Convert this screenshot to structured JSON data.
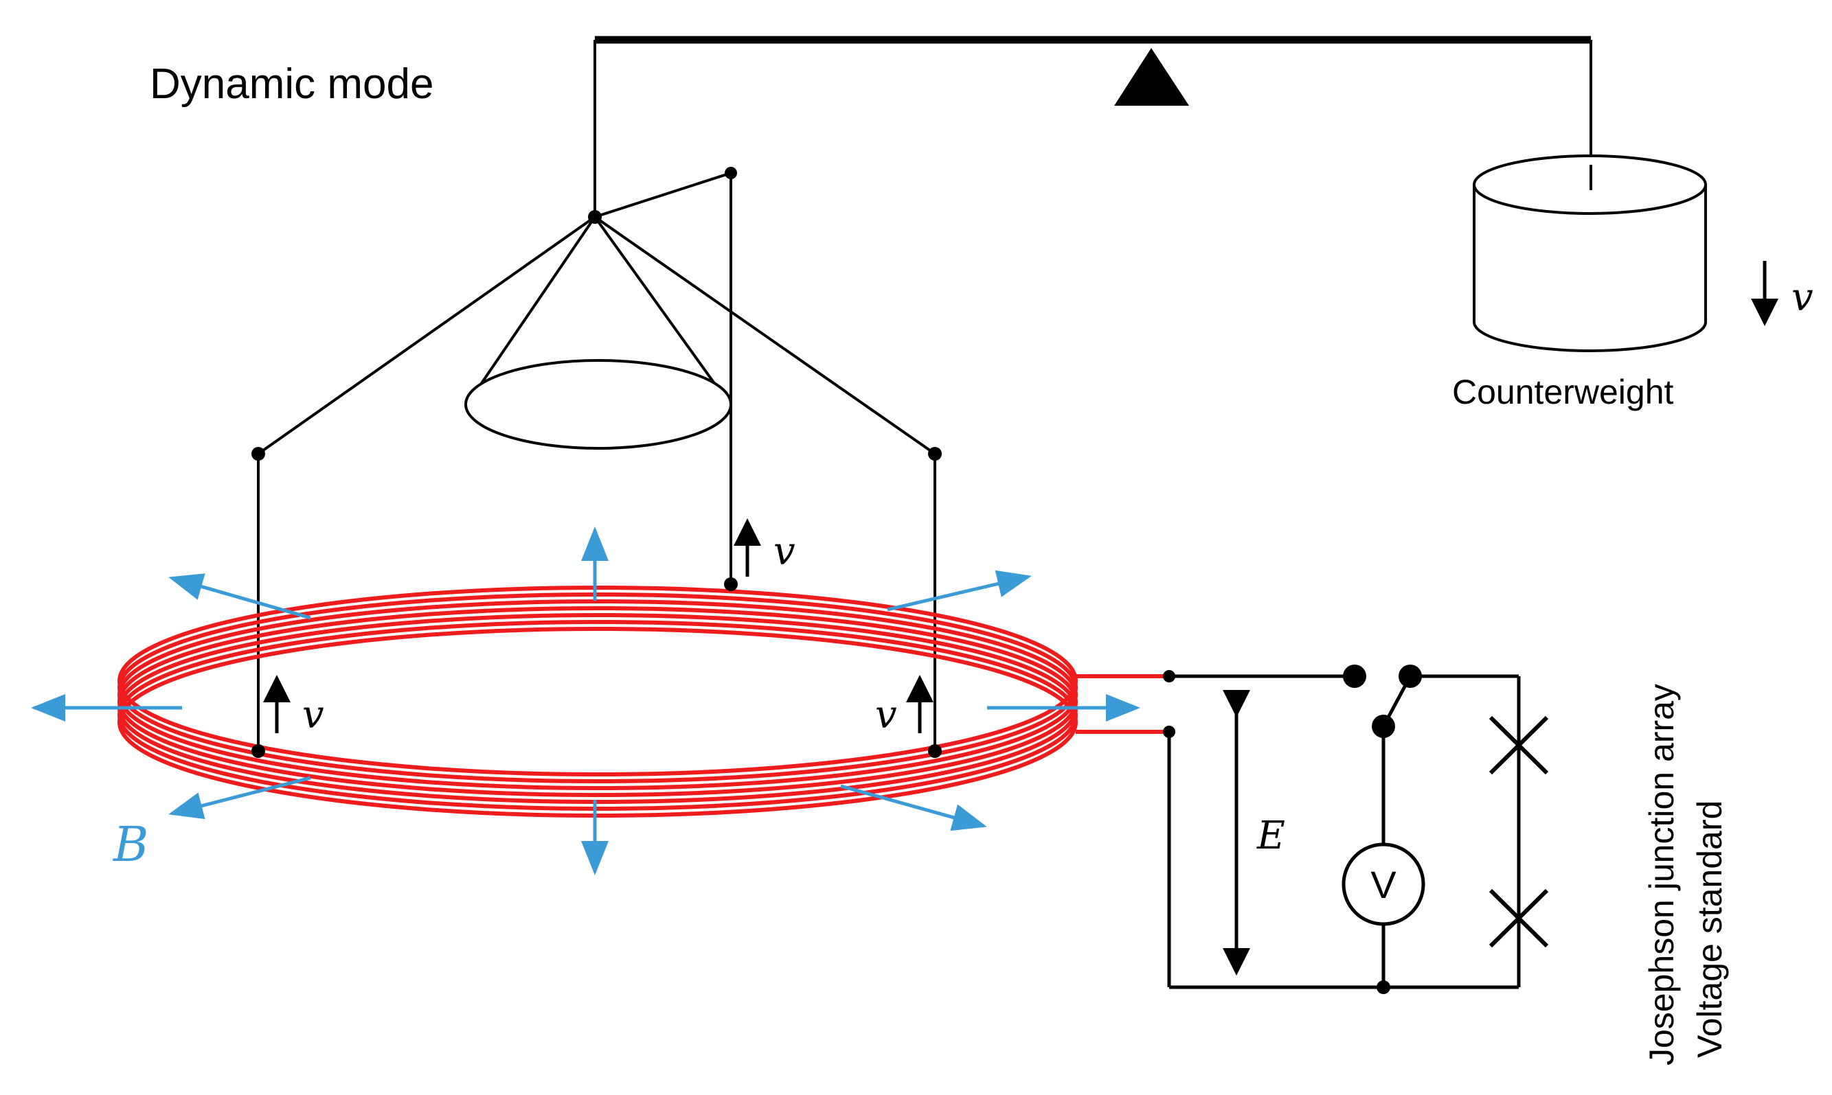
{
  "title": "Dynamic mode",
  "counterweight_label": "Counterweight",
  "velocity_symbol": "v",
  "field_symbol": "B",
  "emf_symbol": "E",
  "voltmeter_symbol": "V",
  "jj_label_line1": "Josephson junction array",
  "jj_label_line2": "Voltage standard",
  "colors": {
    "coil": "#ee1c1c",
    "field_arrows": "#3b9bd6",
    "lines": "#000000"
  }
}
